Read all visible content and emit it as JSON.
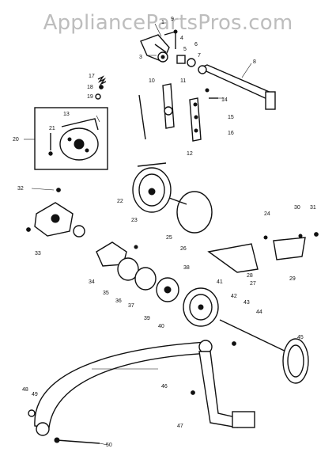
{
  "watermark": "AppliancePartsPros.com",
  "callouts": {
    "c1": "1",
    "c3": "3",
    "c4": "4",
    "c5": "5",
    "c6": "6",
    "c7": "7",
    "c8": "8",
    "c9": "9",
    "c10": "10",
    "c11": "11",
    "c12": "12",
    "c13": "13",
    "c14": "14",
    "c15": "15",
    "c16": "16",
    "c17": "17",
    "c18": "18",
    "c19": "19",
    "c20": "20",
    "c21": "21",
    "c22": "22",
    "c23": "23",
    "c24": "24",
    "c25": "25",
    "c26": "26",
    "c27": "27",
    "c28": "28",
    "c29": "29",
    "c30": "30",
    "c31": "31",
    "c32": "32",
    "c33": "33",
    "c34": "34",
    "c35": "35",
    "c36": "36",
    "c37": "37",
    "c38": "38",
    "c39": "39",
    "c40": "40",
    "c41": "41",
    "c42": "42",
    "c43": "43",
    "c44": "44",
    "c45": "45",
    "c46": "46",
    "c47": "47",
    "c48": "48",
    "c49": "49",
    "c50": "50"
  }
}
